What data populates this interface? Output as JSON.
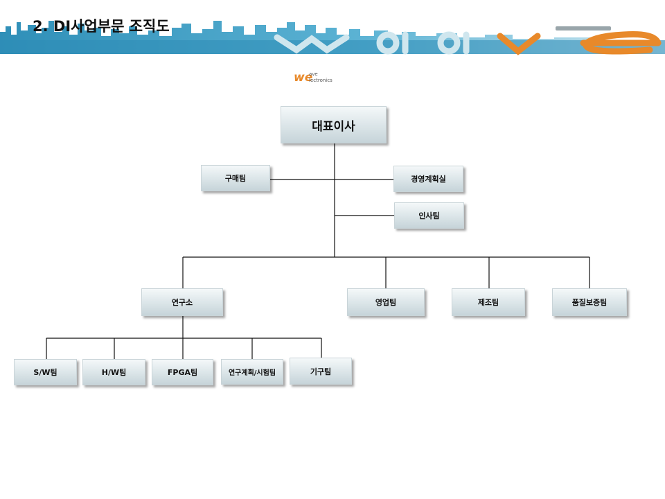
{
  "header": {
    "title": "2. DI사업부문 조직도",
    "brand_wordmark": "wave",
    "logo": {
      "mark": "we",
      "line1": "ave",
      "line2": "lectronics"
    }
  },
  "org_chart": {
    "ceo": "대표이사",
    "staff": {
      "purchasing": "구매팀",
      "management_planning": "경영계획실",
      "hr": "인사팀"
    },
    "divisions": {
      "research": "연구소",
      "sales": "영업팀",
      "manufacturing": "제조팀",
      "quality": "품질보증팀"
    },
    "research_teams": {
      "sw": "S/W팀",
      "hw": "H/W팀",
      "fpga": "FPGA팀",
      "planning_test": "연구계획/시험팀",
      "mechanical": "기구팀"
    }
  },
  "colors": {
    "banner": "#3a9cc4",
    "accent": "#e8892a",
    "box_top": "#f4f8f9",
    "box_bottom": "#c6d4d9"
  }
}
